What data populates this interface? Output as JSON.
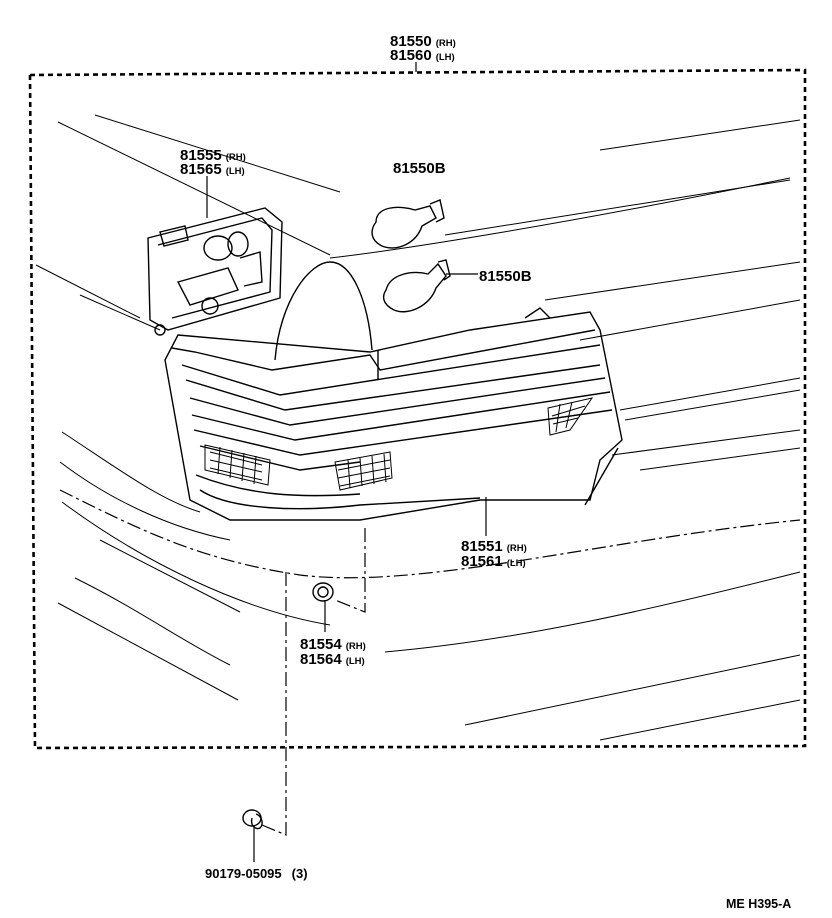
{
  "parts": {
    "lamp_assy": {
      "rh": "81550",
      "rh_tag": "(RH)",
      "lh": "81560",
      "lh_tag": "(LH)"
    },
    "socket": {
      "rh": "81555",
      "rh_tag": "(RH)",
      "lh": "81565",
      "lh_tag": "(LH)"
    },
    "bulb_top": {
      "code": "81550B"
    },
    "bulb_mid": {
      "code": "81550B"
    },
    "lens": {
      "rh": "81551",
      "rh_tag": "(RH)",
      "lh": "81561",
      "lh_tag": "(LH)"
    },
    "nut": {
      "rh": "81554",
      "rh_tag": "(RH)",
      "lh": "81564",
      "lh_tag": "(LH)"
    },
    "screw": {
      "code": "90179-05095",
      "qty": "(3)"
    }
  },
  "drawing_ref": "ME H395-A"
}
